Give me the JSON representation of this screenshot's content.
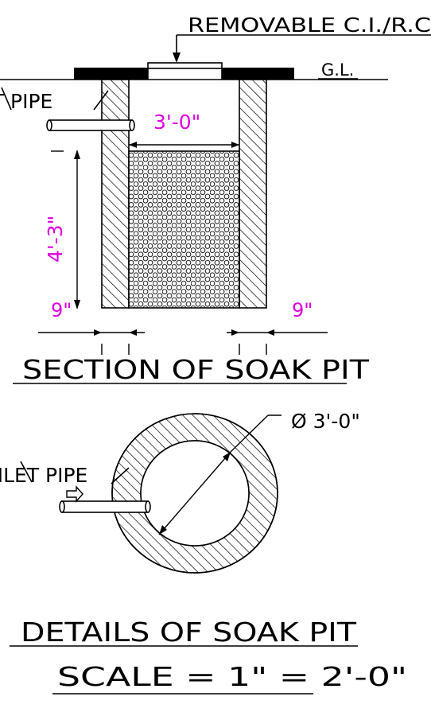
{
  "section": {
    "top_note": "REMOVABLE C.I./R.C",
    "ground_label": "G.L.",
    "inlet_label": "INLET PIPE",
    "width_dim": "3'-0\"",
    "depth_dim": "4'-3\"",
    "left_wall_dim": "9\"",
    "right_wall_dim": "9\"",
    "title": "SECTION OF SOAK PIT"
  },
  "plan": {
    "diameter_dim": "Ø 3'-0\"",
    "inlet_label": "INLET PIPE"
  },
  "footer": {
    "title": "DETAILS OF SOAK PIT",
    "scale": "SCALE = 1\" = 2'-0\""
  },
  "colors": {
    "line": "#000000",
    "dimension": "#e000e0",
    "background": "#ffffff"
  }
}
